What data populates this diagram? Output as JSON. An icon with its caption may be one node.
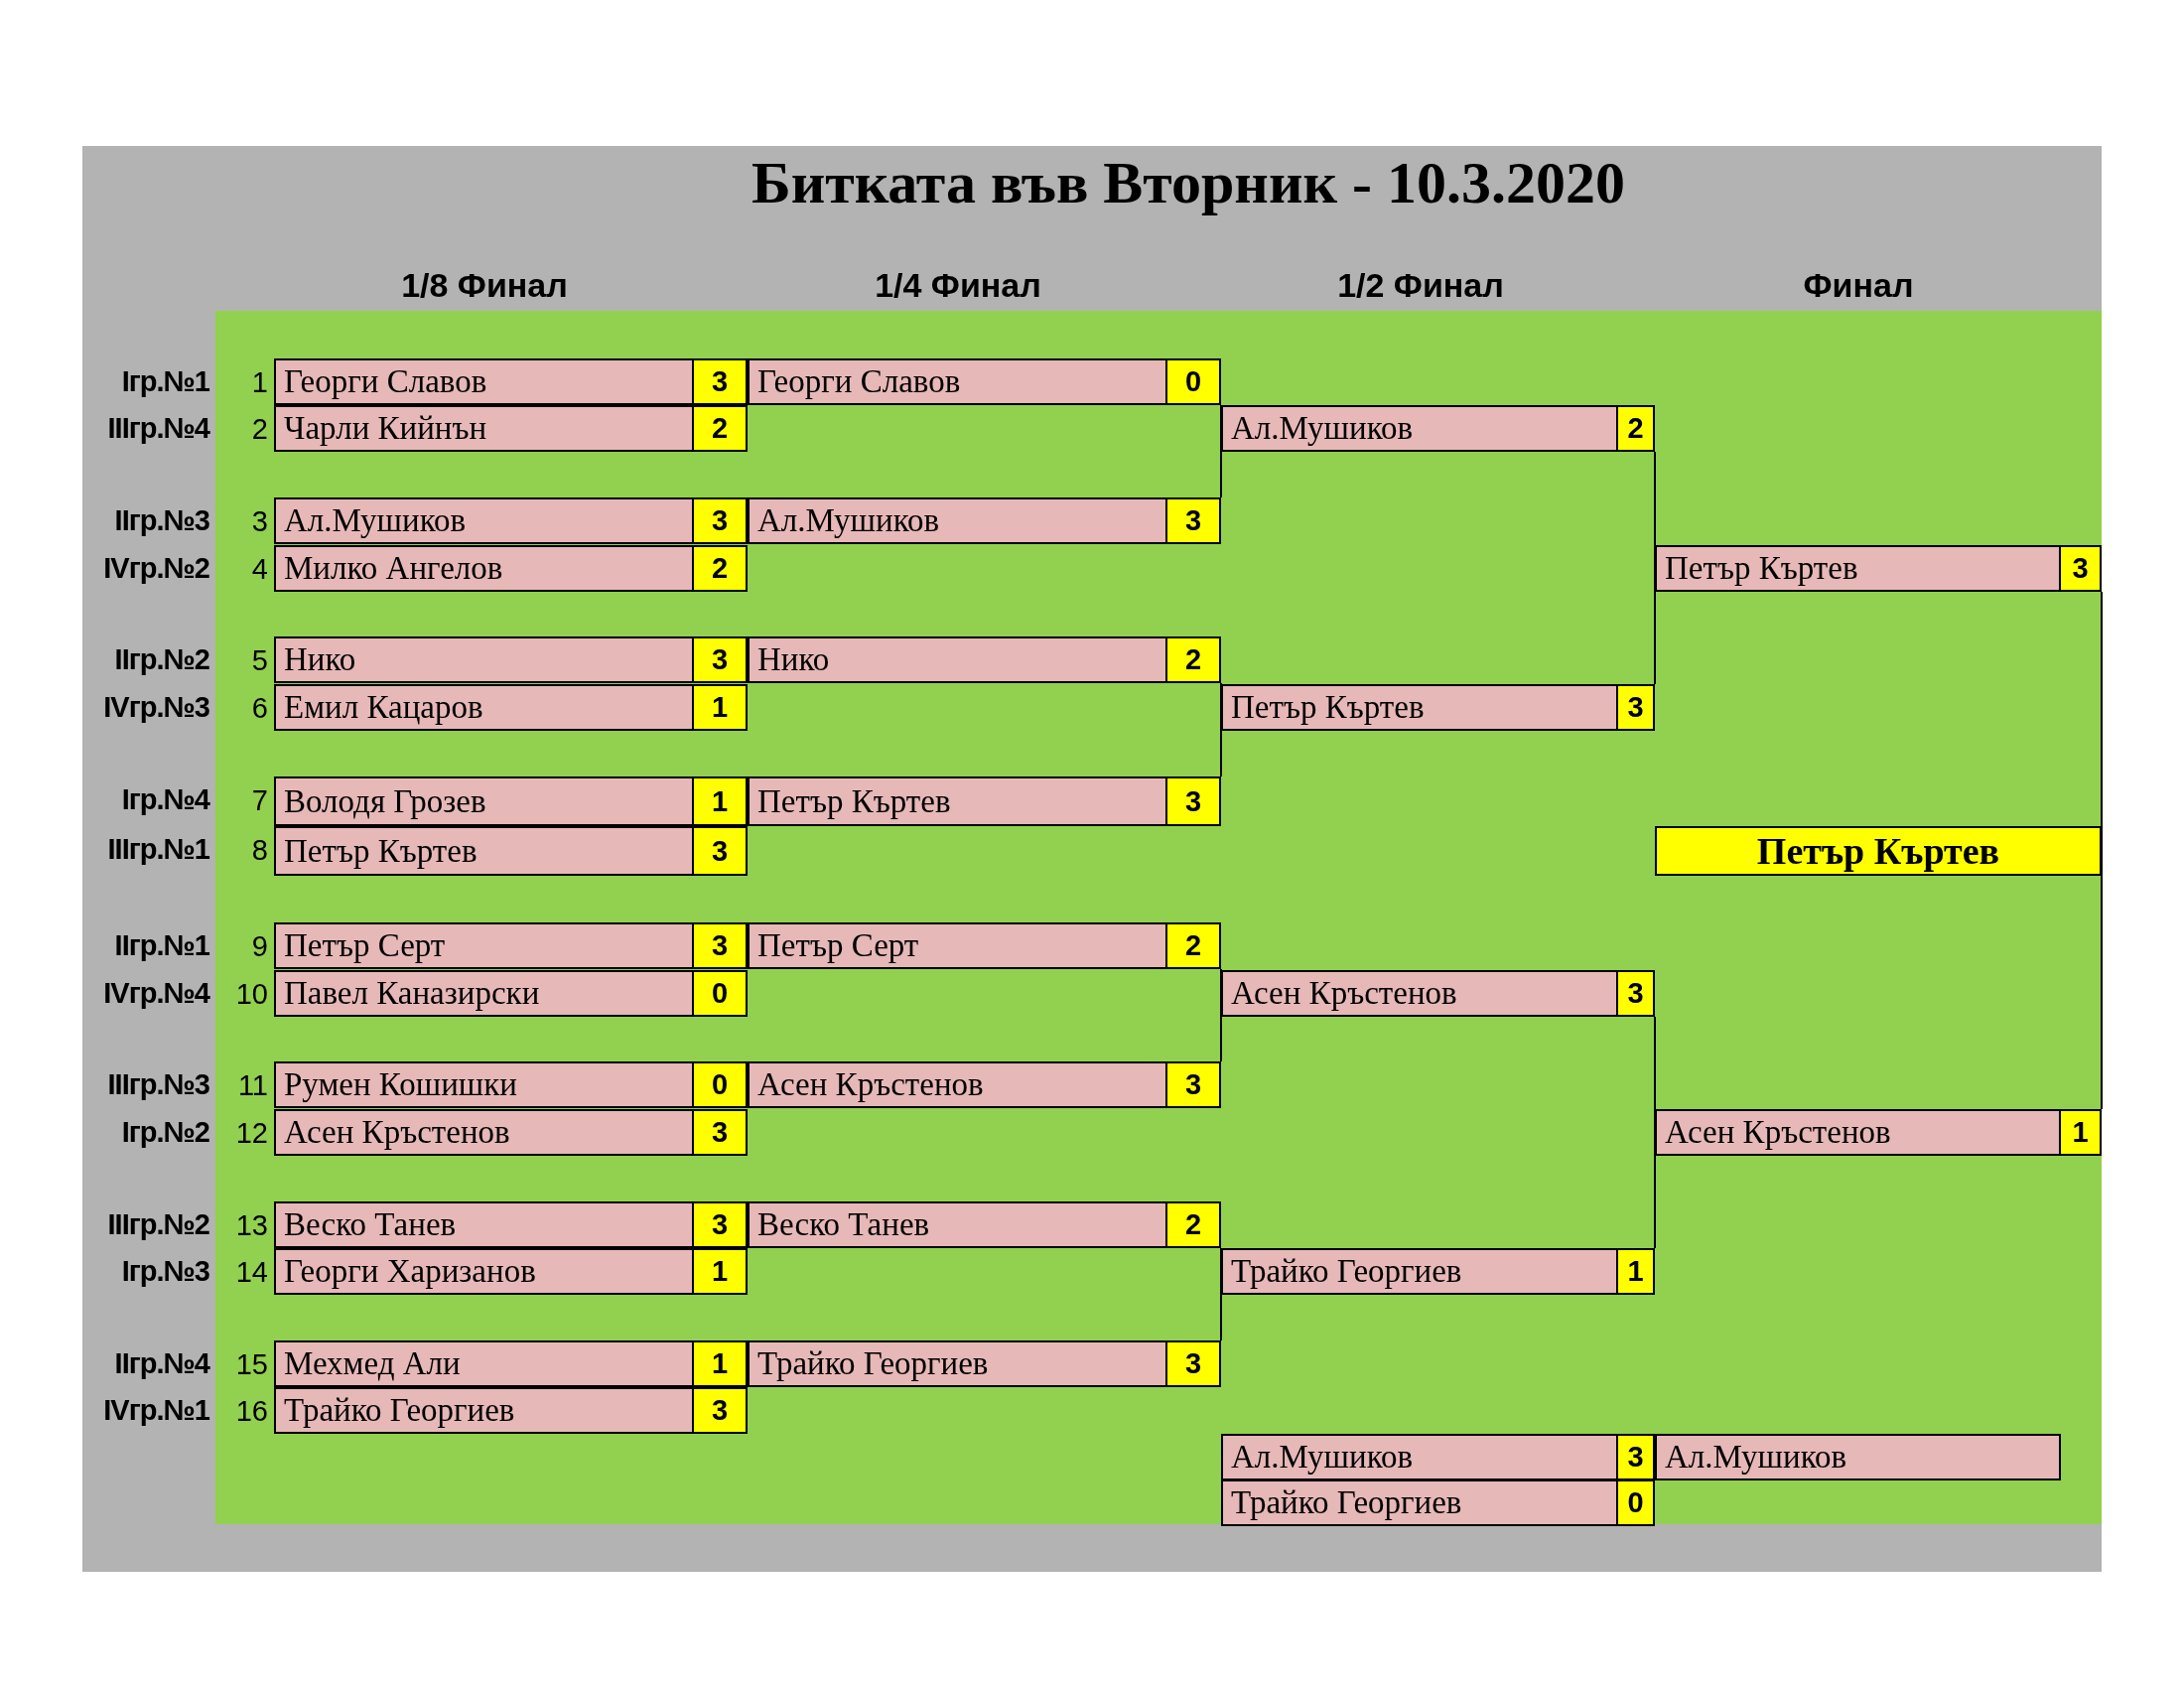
{
  "diagram": {
    "title": "Битката във Вторник - 10.3.2020",
    "nodes": [
      {
        "text": [
          "Георги Славов",
          "3"
        ]
      },
      {
        "text": [
          "Чарли Кийнън",
          "2"
        ]
      },
      {
        "text": [
          "Ал.Мушиков",
          "3"
        ]
      },
      {
        "text": [
          "Милко Ангелов",
          "2"
        ]
      },
      {
        "text": [
          "Нико",
          "3"
        ]
      },
      {
        "text": [
          "Емил Кацаров",
          "1"
        ]
      },
      {
        "text": [
          "Володя Грозев",
          "1"
        ]
      },
      {
        "text": [
          "Петър Къртев",
          "3"
        ]
      },
      {
        "text": [
          "Петър Серт",
          "3"
        ]
      },
      {
        "text": [
          "Павел Каназирски",
          "0"
        ]
      },
      {
        "text": [
          "Румен Кошишки",
          "0"
        ]
      },
      {
        "text": [
          "Асен Кръстенов",
          "3"
        ]
      },
      {
        "text": [
          "Веско Танев",
          "3"
        ]
      },
      {
        "text": [
          "Георги Харизанов",
          "1"
        ]
      },
      {
        "text": [
          "Мехмед Али",
          "1"
        ]
      },
      {
        "text": [
          "Трайко Георгиев",
          "3"
        ]
      },
      {
        "text": [
          "Георги Славов",
          "0"
        ]
      },
      {
        "text": [
          "Ал.Мушиков",
          "3"
        ]
      },
      {
        "text": [
          "Нико",
          "2"
        ]
      },
      {
        "text": [
          "Петър Къртев",
          "3"
        ]
      },
      {
        "text": [
          "Петър Серт",
          "2"
        ]
      },
      {
        "text": [
          "Асен Кръстенов",
          "3"
        ]
      },
      {
        "text": [
          "Веско Танев",
          "2"
        ]
      },
      {
        "text": [
          "Трайко Георгиев",
          "3"
        ]
      },
      {
        "text": [
          "Ал.Мушиков",
          "2"
        ]
      },
      {
        "text": [
          "Петър Къртев",
          "3"
        ]
      },
      {
        "text": [
          "Асен Кръстенов",
          "3"
        ]
      },
      {
        "text": [
          "Трайко Георгиев",
          "1"
        ]
      },
      {
        "text": [
          "Петър Къртев",
          "3"
        ]
      },
      {
        "text": [
          "Асен Кръстенов",
          "1"
        ]
      },
      {
        "text": [
          "Петър Къртев"
        ]
      },
      {
        "text": [
          "Ал.Мушиков",
          "3"
        ]
      },
      {
        "text": [
          "Трайко Георгиев",
          "0"
        ]
      },
      {
        "text": [
          "Ал.Мушиков"
        ]
      }
    ],
    "labels": [
      "1/8 Финал",
      "1/4 Финал",
      "1/2 Финал",
      "Финал",
      "Iгр.№1",
      "1",
      "IIIгр.№4",
      "2",
      "IIгр.№3",
      "3",
      "IVгр.№2",
      "4",
      "IIгр.№2",
      "5",
      "IVгр.№3",
      "6",
      "Iгр.№4",
      "7",
      "IIIгр.№1",
      "8",
      "IIгр.№1",
      "9",
      "IVгр.№4",
      "10",
      "IIIгр.№3",
      "11",
      "Iгр.№2",
      "12",
      "IIIгр.№2",
      "13",
      "Iгр.№3",
      "14",
      "IIгр.№4",
      "15",
      "IVгр.№1",
      "16"
    ]
  }
}
